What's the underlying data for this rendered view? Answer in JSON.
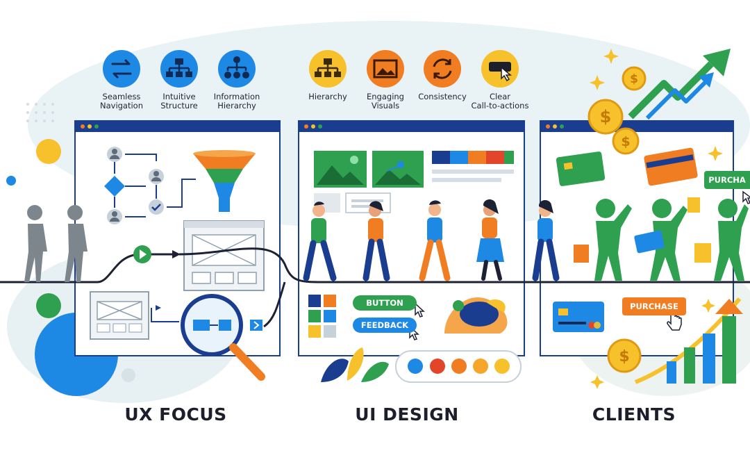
{
  "ux_icons": [
    {
      "label": "Seamless\nNavigation",
      "icon": "arrows-exchange-icon"
    },
    {
      "label": "Intuitive\nStructure",
      "icon": "sitemap-icon"
    },
    {
      "label": "Information\nHierarchy",
      "icon": "hierarchy-icon"
    }
  ],
  "ui_icons": [
    {
      "label": "Hierarchy",
      "icon": "hierarchy-icon"
    },
    {
      "label": "Engaging\nVisuals",
      "icon": "image-icon"
    },
    {
      "label": "Consistency",
      "icon": "refresh-cycle-icon"
    },
    {
      "label": "Clear\nCall-to-actions",
      "icon": "click-button-icon"
    }
  ],
  "ui_buttons": {
    "button_label": "BUTTON",
    "feedback_label": "FEEDBACK"
  },
  "clients": {
    "purchase_top_label": "PURCHA",
    "purchase_bottom_label": "PURCHASE"
  },
  "sections": {
    "ux_title": "UX FOCUS",
    "ui_title": "UI DESIGN",
    "clients_title": "CLIENTS"
  },
  "colors": {
    "blue": "#1e88e5",
    "dark_blue": "#1a3d8f",
    "orange": "#f07d22",
    "green": "#2ea04f",
    "yellow": "#f6c12a",
    "red": "#e2462a",
    "navy_line": "#1c2233"
  }
}
